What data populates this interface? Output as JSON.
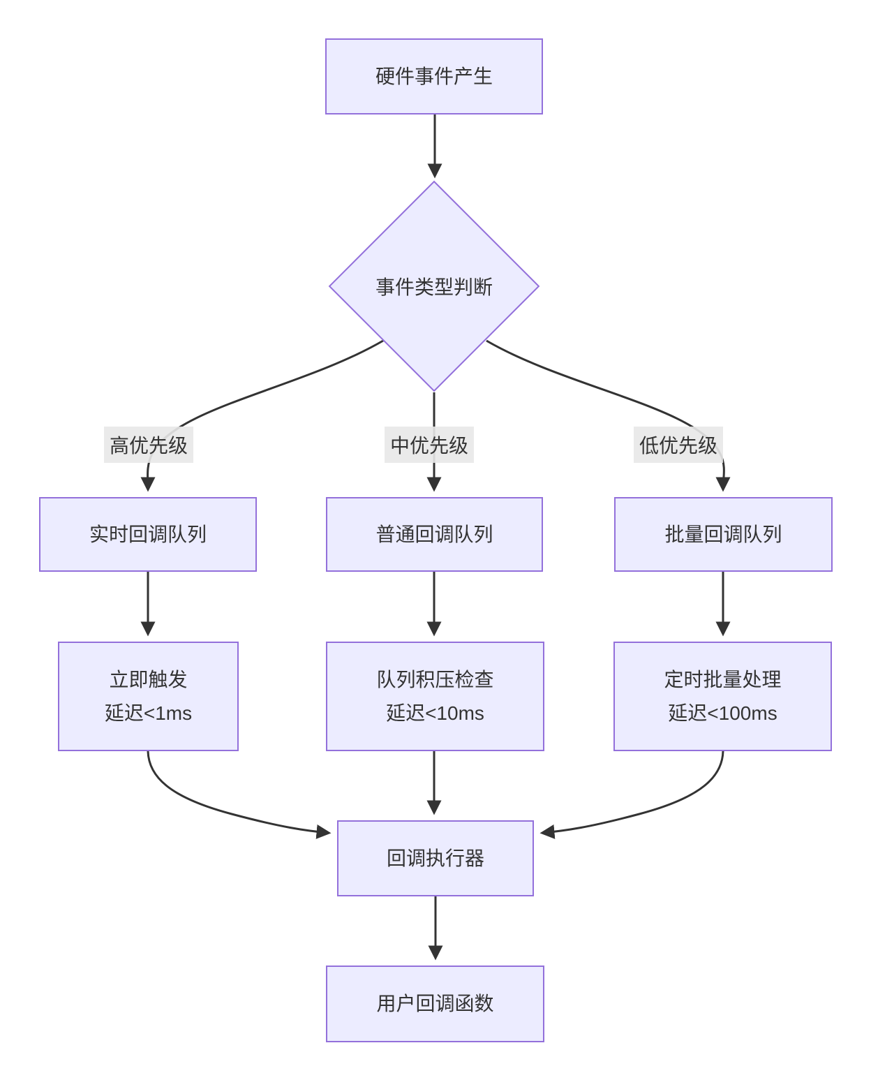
{
  "diagram": {
    "nodes": {
      "hardware_event": {
        "label": "硬件事件产生"
      },
      "decision": {
        "label": "事件类型判断"
      },
      "realtime_queue": {
        "label": "实时回调队列"
      },
      "normal_queue": {
        "label": "普通回调队列"
      },
      "batch_queue": {
        "label": "批量回调队列"
      },
      "immediate_trigger": {
        "line1": "立即触发",
        "line2": "延迟<1ms"
      },
      "backlog_check": {
        "line1": "队列积压检查",
        "line2": "延迟<10ms"
      },
      "timed_batch": {
        "line1": "定时批量处理",
        "line2": "延迟<100ms"
      },
      "executor": {
        "label": "回调执行器"
      },
      "user_callback": {
        "label": "用户回调函数"
      }
    },
    "edge_labels": {
      "high_priority": "高优先级",
      "medium_priority": "中优先级",
      "low_priority": "低优先级"
    },
    "colors": {
      "node_fill": "#ECECFF",
      "node_border": "#9370DB",
      "edge_stroke": "#333333",
      "text": "#333333",
      "edge_label_bg": "#E8E8E8"
    }
  }
}
